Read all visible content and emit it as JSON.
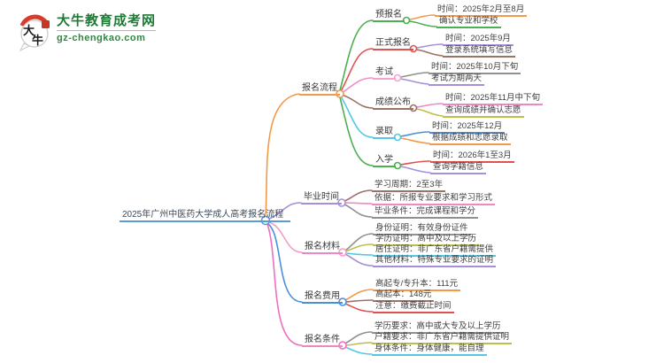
{
  "logo": {
    "badge_text": "大牛",
    "title": "大牛教育成考网",
    "domain": "gz-chengkao.com"
  },
  "colors": {
    "root_line": "#5b9bd5",
    "orange": "#f2994a",
    "green": "#4caf50",
    "red": "#e05252",
    "purple": "#a58fd8",
    "brown": "#9c7268",
    "gray": "#909090",
    "pink": "#ef87c5",
    "olive": "#bcbf4a",
    "cyan": "#55c7e5",
    "blue": "#4a90d9",
    "light_pink": "#f2a3d3",
    "logo_green": "#1f7a36",
    "logo_red": "#d93a2b"
  },
  "mindmap": {
    "root": "2025年广州中医药大学成人高考报名流程",
    "branches": [
      {
        "label": "报名流程",
        "children": [
          {
            "label": "预报名",
            "children": [
              {
                "label": "时间：2025年2月至8月"
              },
              {
                "label": "确认专业和学校"
              }
            ]
          },
          {
            "label": "正式报名",
            "children": [
              {
                "label": "时间：2025年9月"
              },
              {
                "label": "登录系统填写信息"
              }
            ]
          },
          {
            "label": "考试",
            "children": [
              {
                "label": "时间：2025年10月下旬"
              },
              {
                "label": "考试为期两天"
              }
            ]
          },
          {
            "label": "成绩公布",
            "children": [
              {
                "label": "时间：2025年11月中下旬"
              },
              {
                "label": "查询成绩并确认志愿"
              }
            ]
          },
          {
            "label": "录取",
            "children": [
              {
                "label": "时间：2025年12月"
              },
              {
                "label": "根据成绩和志愿录取"
              }
            ]
          },
          {
            "label": "入学",
            "children": [
              {
                "label": "时间：2026年1至3月"
              },
              {
                "label": "查询学籍信息"
              }
            ]
          }
        ]
      },
      {
        "label": "毕业时间",
        "children": [
          {
            "label": "学习周期：2至3年"
          },
          {
            "label": "依据：所报专业要求和学习形式"
          },
          {
            "label": "毕业条件：完成课程和学分"
          }
        ]
      },
      {
        "label": "报名材料",
        "children": [
          {
            "label": "身份证明：有效身份证件"
          },
          {
            "label": "学历证明：高中及以上学历"
          },
          {
            "label": "居住证明：非广东省户籍需提供"
          },
          {
            "label": "其他材料：特殊专业要求的证明"
          }
        ]
      },
      {
        "label": "报名费用",
        "children": [
          {
            "label": "高起专/专升本：111元"
          },
          {
            "label": "高起本：148元"
          },
          {
            "label": "注意：缴费截止时间"
          }
        ]
      },
      {
        "label": "报名条件",
        "children": [
          {
            "label": "学历要求：高中或大专及以上学历"
          },
          {
            "label": "户籍要求：非广东省户籍需提供证明"
          },
          {
            "label": "身体条件：身体健康，能自理"
          }
        ]
      }
    ]
  }
}
